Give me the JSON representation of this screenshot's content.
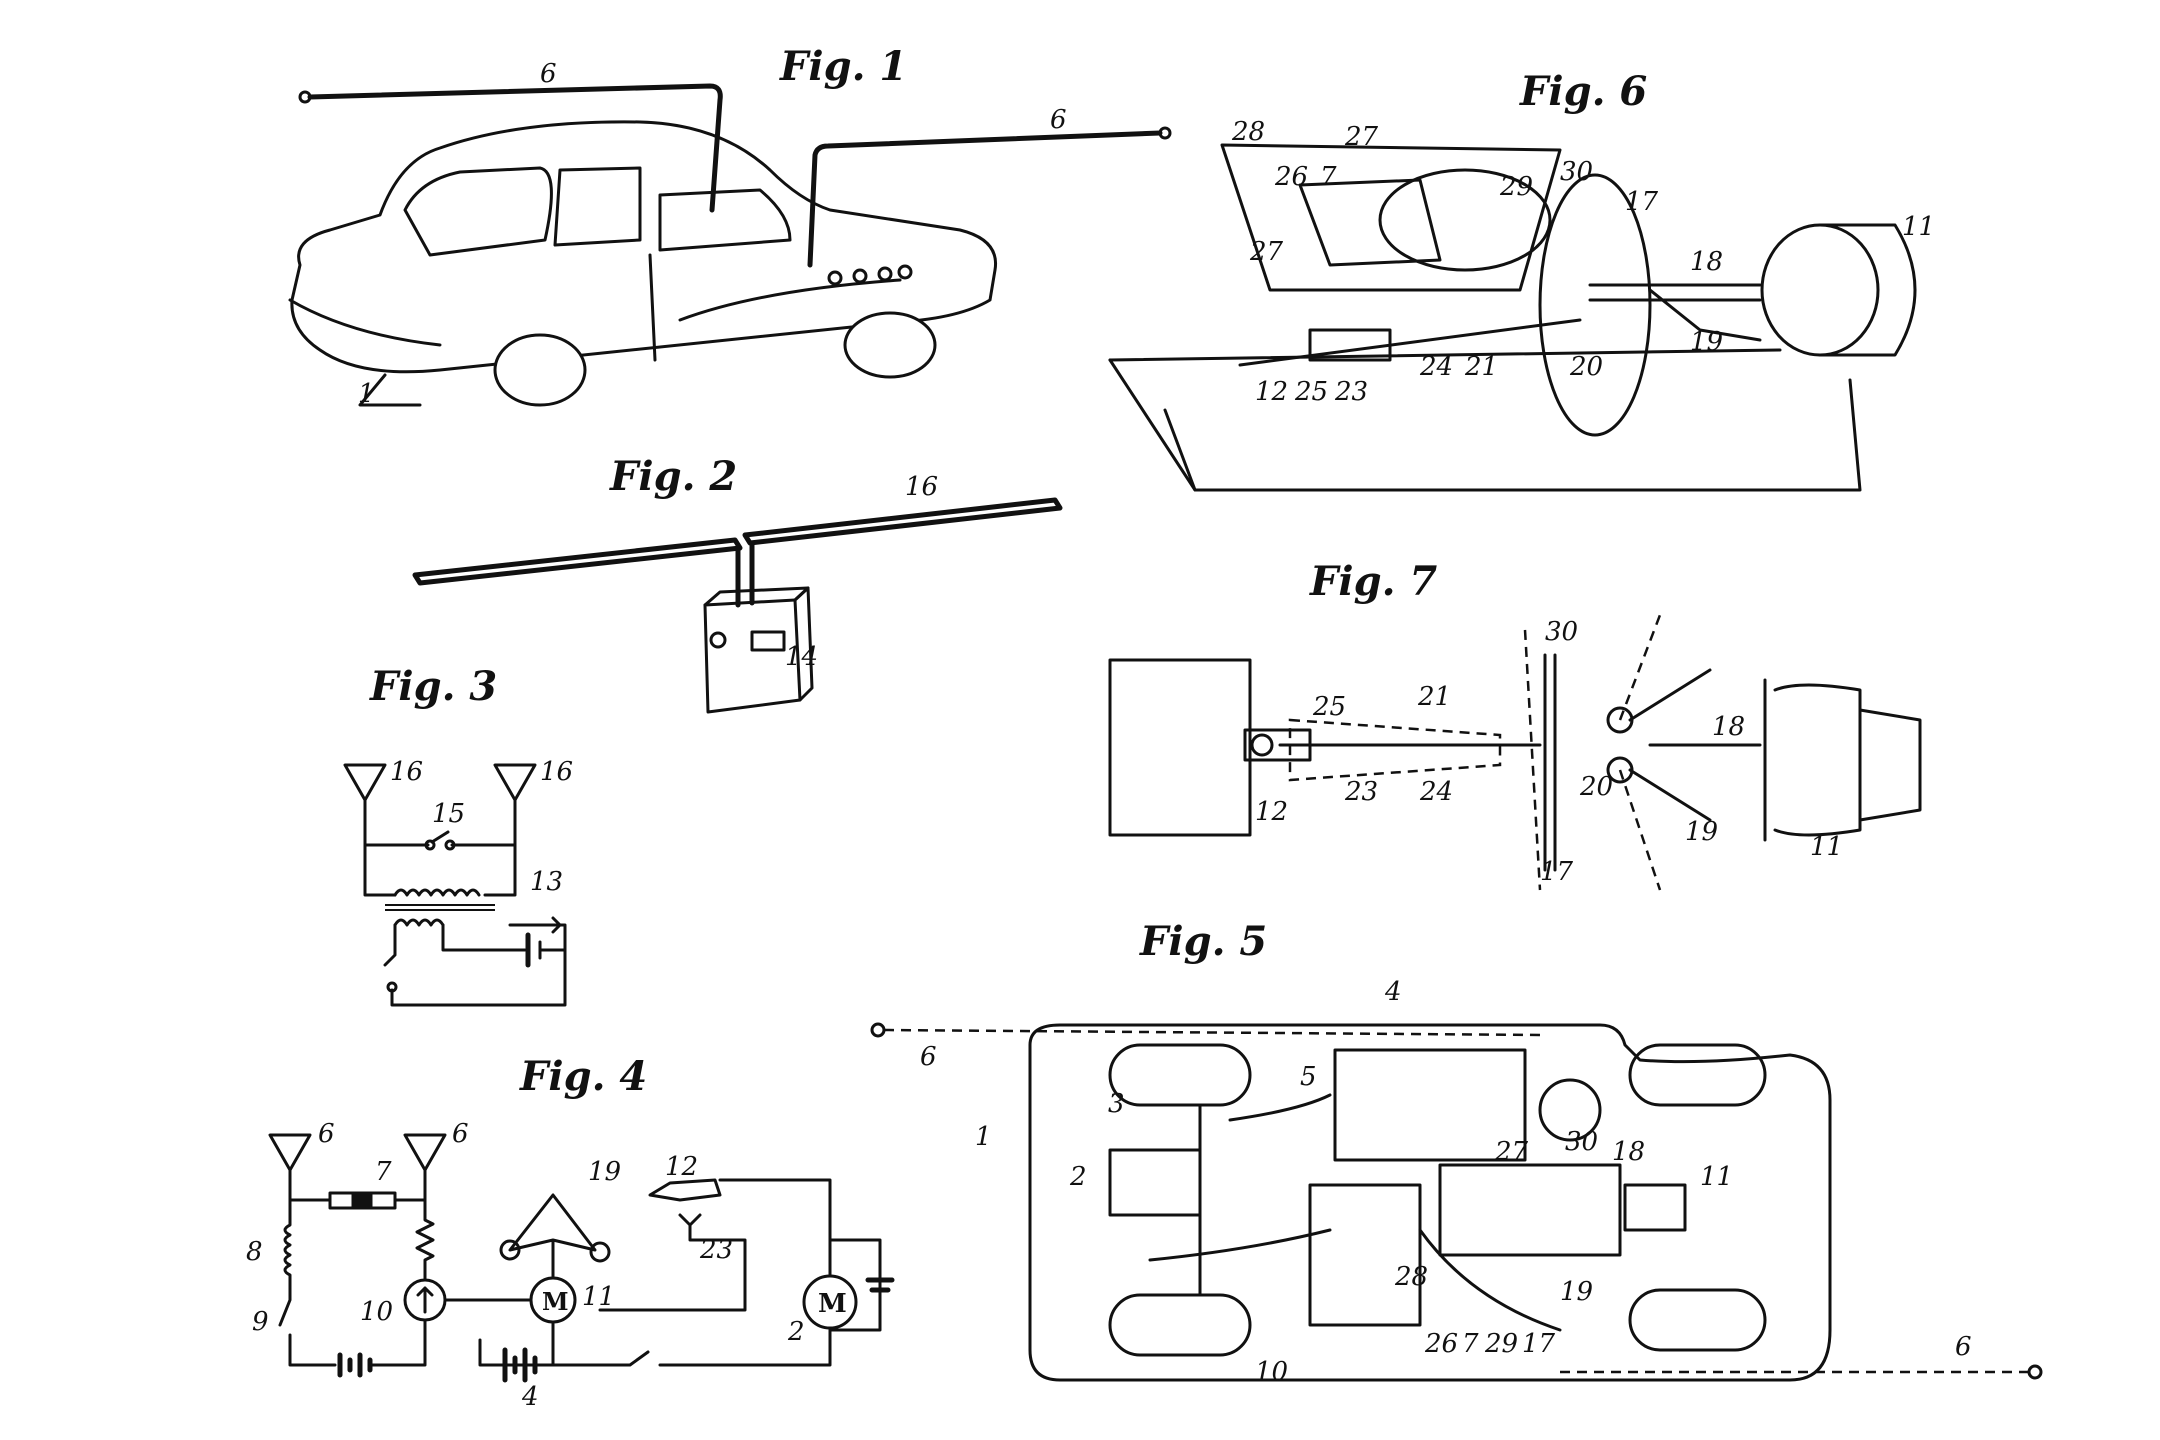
{
  "figures": {
    "fig1": {
      "title": "Fig. 1",
      "refs": {
        "car": "1",
        "antenna_left": "6",
        "antenna_right": "6"
      }
    },
    "fig2": {
      "title": "Fig. 2",
      "refs": {
        "antenna": "16",
        "transmitter": "14"
      }
    },
    "fig3": {
      "title": "Fig. 3",
      "refs": {
        "antenna_left": "16",
        "antenna_right": "16",
        "switch": "15",
        "transformer": "13"
      }
    },
    "fig4": {
      "title": "Fig. 4",
      "refs": {
        "antenna_left": "6",
        "antenna_right": "6",
        "resistor": "7",
        "coil": "8",
        "switch": "9",
        "relay": "10",
        "motor": "11",
        "steering": "19",
        "contact": "12",
        "contact_lower": "23",
        "drive_motor": "2",
        "battery": "4"
      }
    },
    "fig5": {
      "title": "Fig. 5",
      "refs": {
        "antenna_left": "6",
        "antenna_right": "6",
        "chassis": "1",
        "drive_motor": "2",
        "axle": "3",
        "battery": "4",
        "wiring": "5",
        "relay": "10",
        "switch_block": "28",
        "label_26": "26",
        "label_7": "7",
        "label_29": "29",
        "label_17": "17",
        "label_19": "19",
        "label_27": "27",
        "label_30": "30",
        "label_18": "18",
        "motor": "11"
      }
    },
    "fig6": {
      "title": "Fig. 6",
      "refs": {
        "frame": "28",
        "label_27_top": "27",
        "label_26": "26",
        "label_7": "7",
        "label_27_left": "27",
        "label_29": "29",
        "label_30": "30",
        "disc": "17",
        "motor": "11",
        "shaft": "18",
        "arm": "19",
        "label_20": "20",
        "label_12": "12",
        "label_25": "25",
        "label_23": "23",
        "label_24": "24",
        "label_21": "21"
      }
    },
    "fig7": {
      "title": "Fig. 7",
      "refs": {
        "label_25": "25",
        "label_21": "21",
        "label_30": "30",
        "label_18": "18",
        "label_23": "23",
        "label_24": "24",
        "label_20": "20",
        "label_12": "12",
        "label_19": "19",
        "label_17": "17",
        "motor": "11"
      }
    }
  }
}
